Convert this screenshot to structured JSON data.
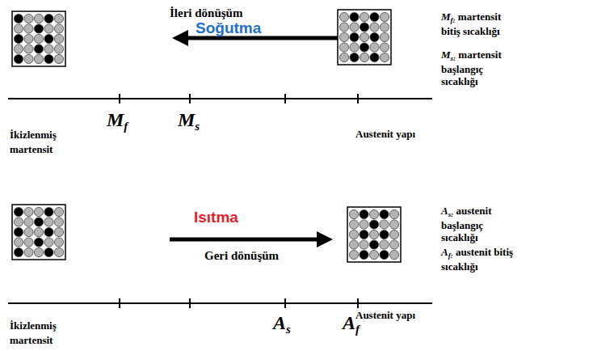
{
  "diagram": {
    "labels": [
      "İleri dönüşüm",
      "Soğutma",
      "M",
      "f",
      "M",
      "s",
      "İkizlenmiş martensit",
      "Austenit yapı",
      "M",
      "f:",
      "martensit bitiş sıcaklığı",
      "M",
      "s:",
      "martensit başlangıç sıcaklığı",
      "Isıtma",
      "Geri dönüşüm",
      "A",
      "s",
      "A",
      "f",
      "İkizlenmiş martensit",
      "Austenit yapı",
      "A",
      "s:",
      "austenit başlangıç sıcaklığı",
      "A",
      "f:",
      "austenit bitiş sıcaklığı"
    ]
  }
}
